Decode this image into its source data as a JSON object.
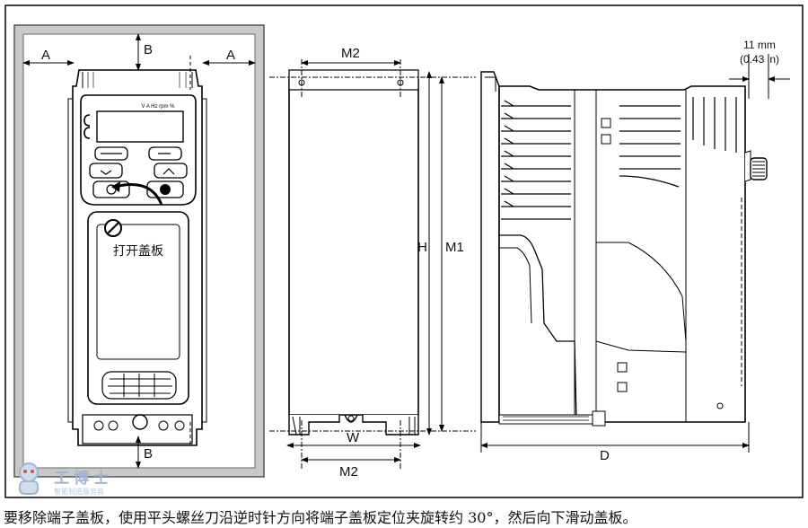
{
  "labels": {
    "a_left": "A",
    "a_right": "A",
    "b_top": "B",
    "b_bottom": "B",
    "m2_top": "M2",
    "m2_bottom": "M2",
    "w": "W",
    "h": "H",
    "m1": "M1",
    "d": "D",
    "clearance_mm": "11 mm",
    "clearance_in": "(0.43 in)",
    "open_cover": "打开盖板"
  },
  "keypad": {
    "display_legend": "V A Hz rpm %"
  },
  "watermark": {
    "name": "工博士",
    "subtitle": "智能制造服务商"
  },
  "caption": "要移除端子盖板，使用平头螺丝刀沿逆时针方向将端子盖板定位夹旋转约 30°，然后向下滑动盖板。"
}
